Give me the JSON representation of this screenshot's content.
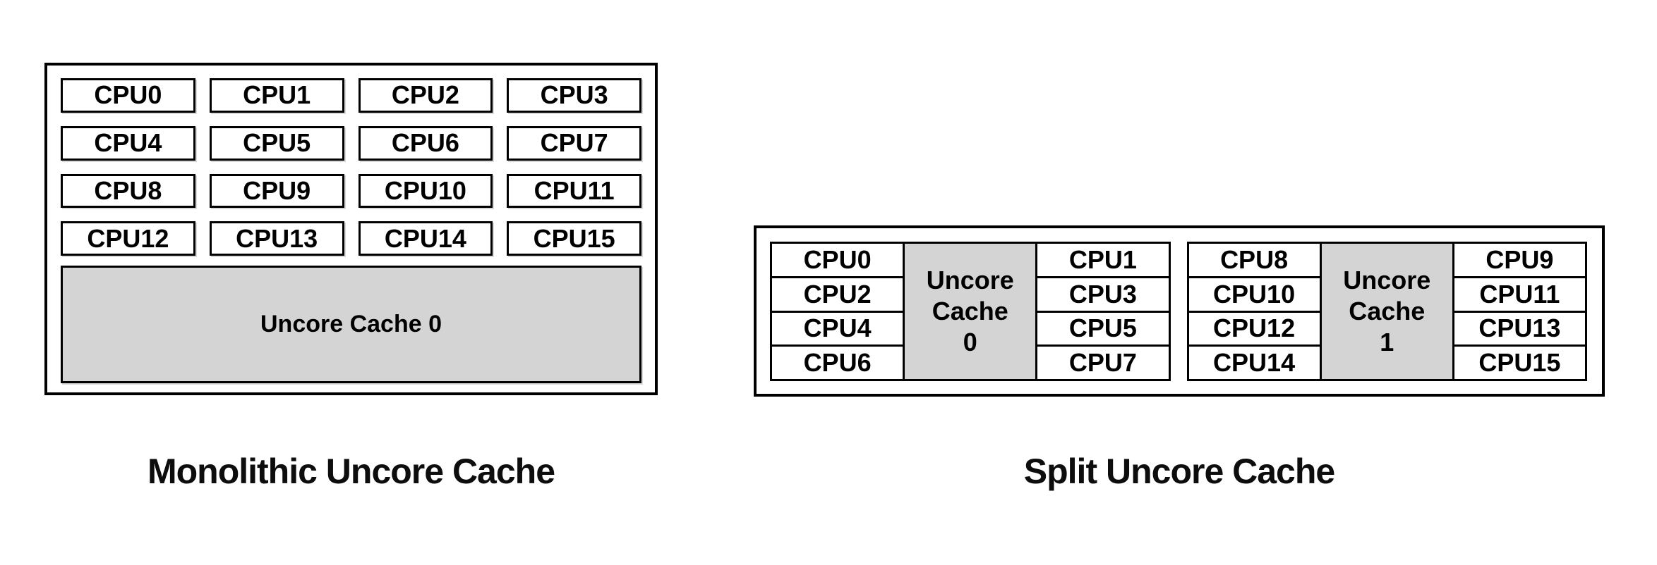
{
  "monolithic": {
    "title": "Monolithic Uncore Cache",
    "cpus": [
      "CPU0",
      "CPU1",
      "CPU2",
      "CPU3",
      "CPU4",
      "CPU5",
      "CPU6",
      "CPU7",
      "CPU8",
      "CPU9",
      "CPU10",
      "CPU11",
      "CPU12",
      "CPU13",
      "CPU14",
      "CPU15"
    ],
    "cache_label": "Uncore Cache 0"
  },
  "split": {
    "title": "Split Uncore Cache",
    "clusters": [
      {
        "left_cpus": [
          "CPU0",
          "CPU2",
          "CPU4",
          "CPU6"
        ],
        "cache_lines": [
          "Uncore",
          "Cache",
          "0"
        ],
        "right_cpus": [
          "CPU1",
          "CPU3",
          "CPU5",
          "CPU7"
        ]
      },
      {
        "left_cpus": [
          "CPU8",
          "CPU10",
          "CPU12",
          "CPU14"
        ],
        "cache_lines": [
          "Uncore",
          "Cache",
          "1"
        ],
        "right_cpus": [
          "CPU9",
          "CPU11",
          "CPU13",
          "CPU15"
        ]
      }
    ]
  },
  "colors": {
    "cache_fill": "#d4d4d4",
    "border": "#000000",
    "background": "#ffffff"
  }
}
